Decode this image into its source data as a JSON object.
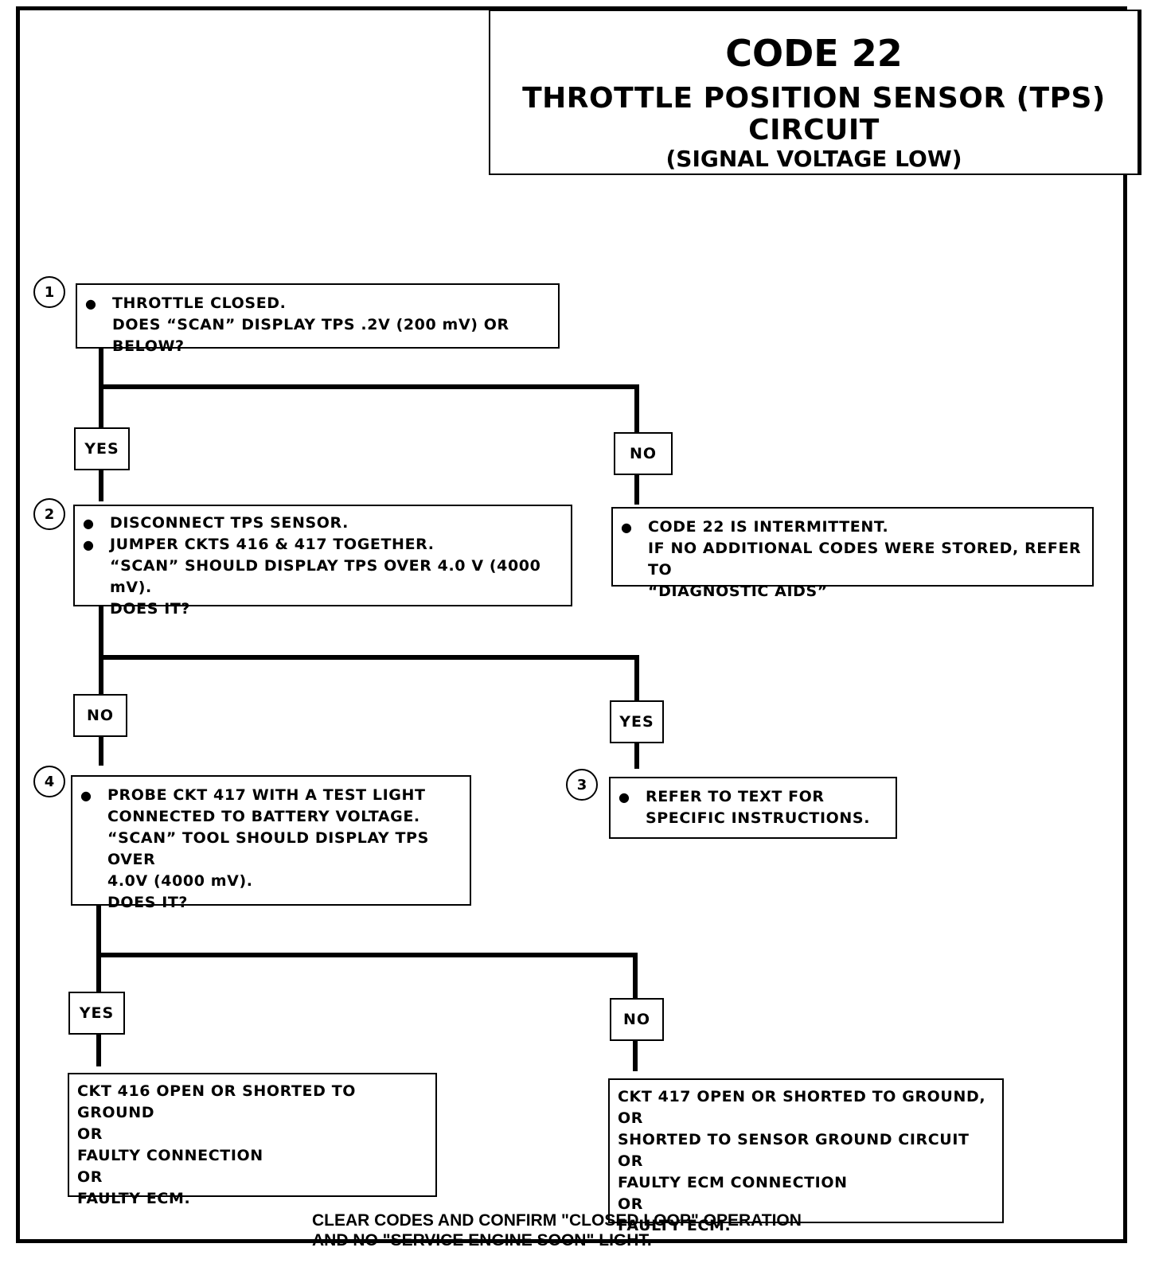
{
  "title": {
    "code": "CODE 22",
    "main": "THROTTLE POSITION SENSOR (TPS) CIRCUIT",
    "sub": "(SIGNAL VOLTAGE LOW)"
  },
  "steps": {
    "s1": "1",
    "s2": "2",
    "s3": "3",
    "s4": "4"
  },
  "boxes": {
    "step1": {
      "line1": "THROTTLE CLOSED.",
      "line2": "DOES “SCAN” DISPLAY TPS .2V (200 mV) OR BELOW?"
    },
    "step2": {
      "bullet1": "DISCONNECT TPS SENSOR.",
      "bullet2_line1": "JUMPER CKTS 416 & 417 TOGETHER.",
      "bullet2_line2": "“SCAN” SHOULD DISPLAY TPS OVER  4.0 V (4000 mV).",
      "bullet2_line3": "DOES IT?"
    },
    "intermittent": {
      "line1": "CODE 22 IS INTERMITTENT.",
      "line2": "IF NO ADDITIONAL CODES WERE STORED, REFER TO",
      "line3": "“DIAGNOSTIC  AIDS”"
    },
    "step4": {
      "line1": "PROBE CKT 417 WITH A TEST LIGHT",
      "line2": "CONNECTED TO BATTERY VOLTAGE.",
      "line3": "“SCAN” TOOL SHOULD DISPLAY TPS OVER",
      "line4": "4.0V (4000 mV).",
      "line5": "DOES IT?"
    },
    "step3": {
      "line1": "REFER TO TEXT  FOR",
      "line2": "SPECIFIC INSTRUCTIONS."
    },
    "result_yes": {
      "line1": "CKT 416 OPEN OR SHORTED TO GROUND",
      "line2": "OR",
      "line3": "FAULTY CONNECTION",
      "line4": "OR",
      "line5": "FAULTY ECM."
    },
    "result_no": {
      "line1": "CKT 417 OPEN OR SHORTED TO GROUND, OR",
      "line2": "SHORTED TO SENSOR GROUND CIRCUIT",
      "line3": "OR",
      "line4": "FAULTY ECM CONNECTION",
      "line5": "OR",
      "line6": "FAULTY ECM."
    }
  },
  "labels": {
    "yes1": "YES",
    "no1": "NO",
    "no2": "NO",
    "yes2": "YES",
    "yes3": "YES",
    "no3": "NO"
  },
  "footer": {
    "line1": "CLEAR CODES AND CONFIRM \"CLOSED LOOP\" OPERATION",
    "line2": "AND NO \"SERVICE ENGINE SOON\" LIGHT."
  }
}
